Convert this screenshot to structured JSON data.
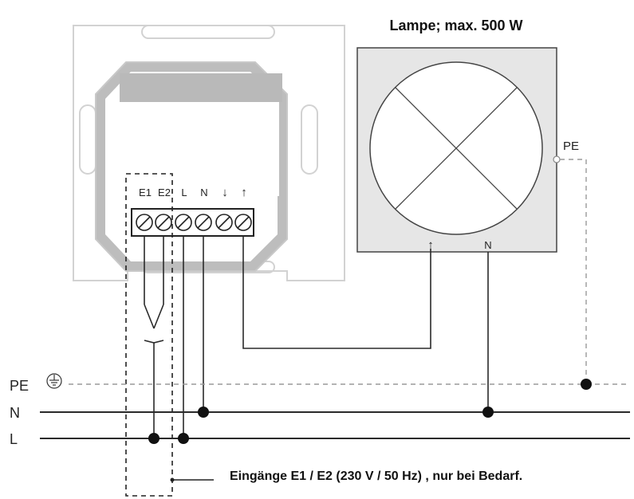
{
  "lamp": {
    "title": "Lampe; max. 500 W",
    "pe_label": "PE",
    "terminal_arrow_label": "↑",
    "terminal_n_label": "N"
  },
  "module": {
    "terminals": [
      {
        "label": "E1"
      },
      {
        "label": "E2"
      },
      {
        "label": "L"
      },
      {
        "label": "N"
      },
      {
        "label": "↓"
      },
      {
        "label": "↑"
      }
    ]
  },
  "lines": {
    "pe": "PE",
    "n": "N",
    "l": "L"
  },
  "note": "Eingänge E1 / E2 (230 V / 50 Hz) , nur bei Bedarf.",
  "colors": {
    "wire": "#2a2a2a",
    "pe_wire": "#9a9a9a",
    "frame": "#cfcfcf",
    "lamp_box": "#e6e6e6"
  }
}
